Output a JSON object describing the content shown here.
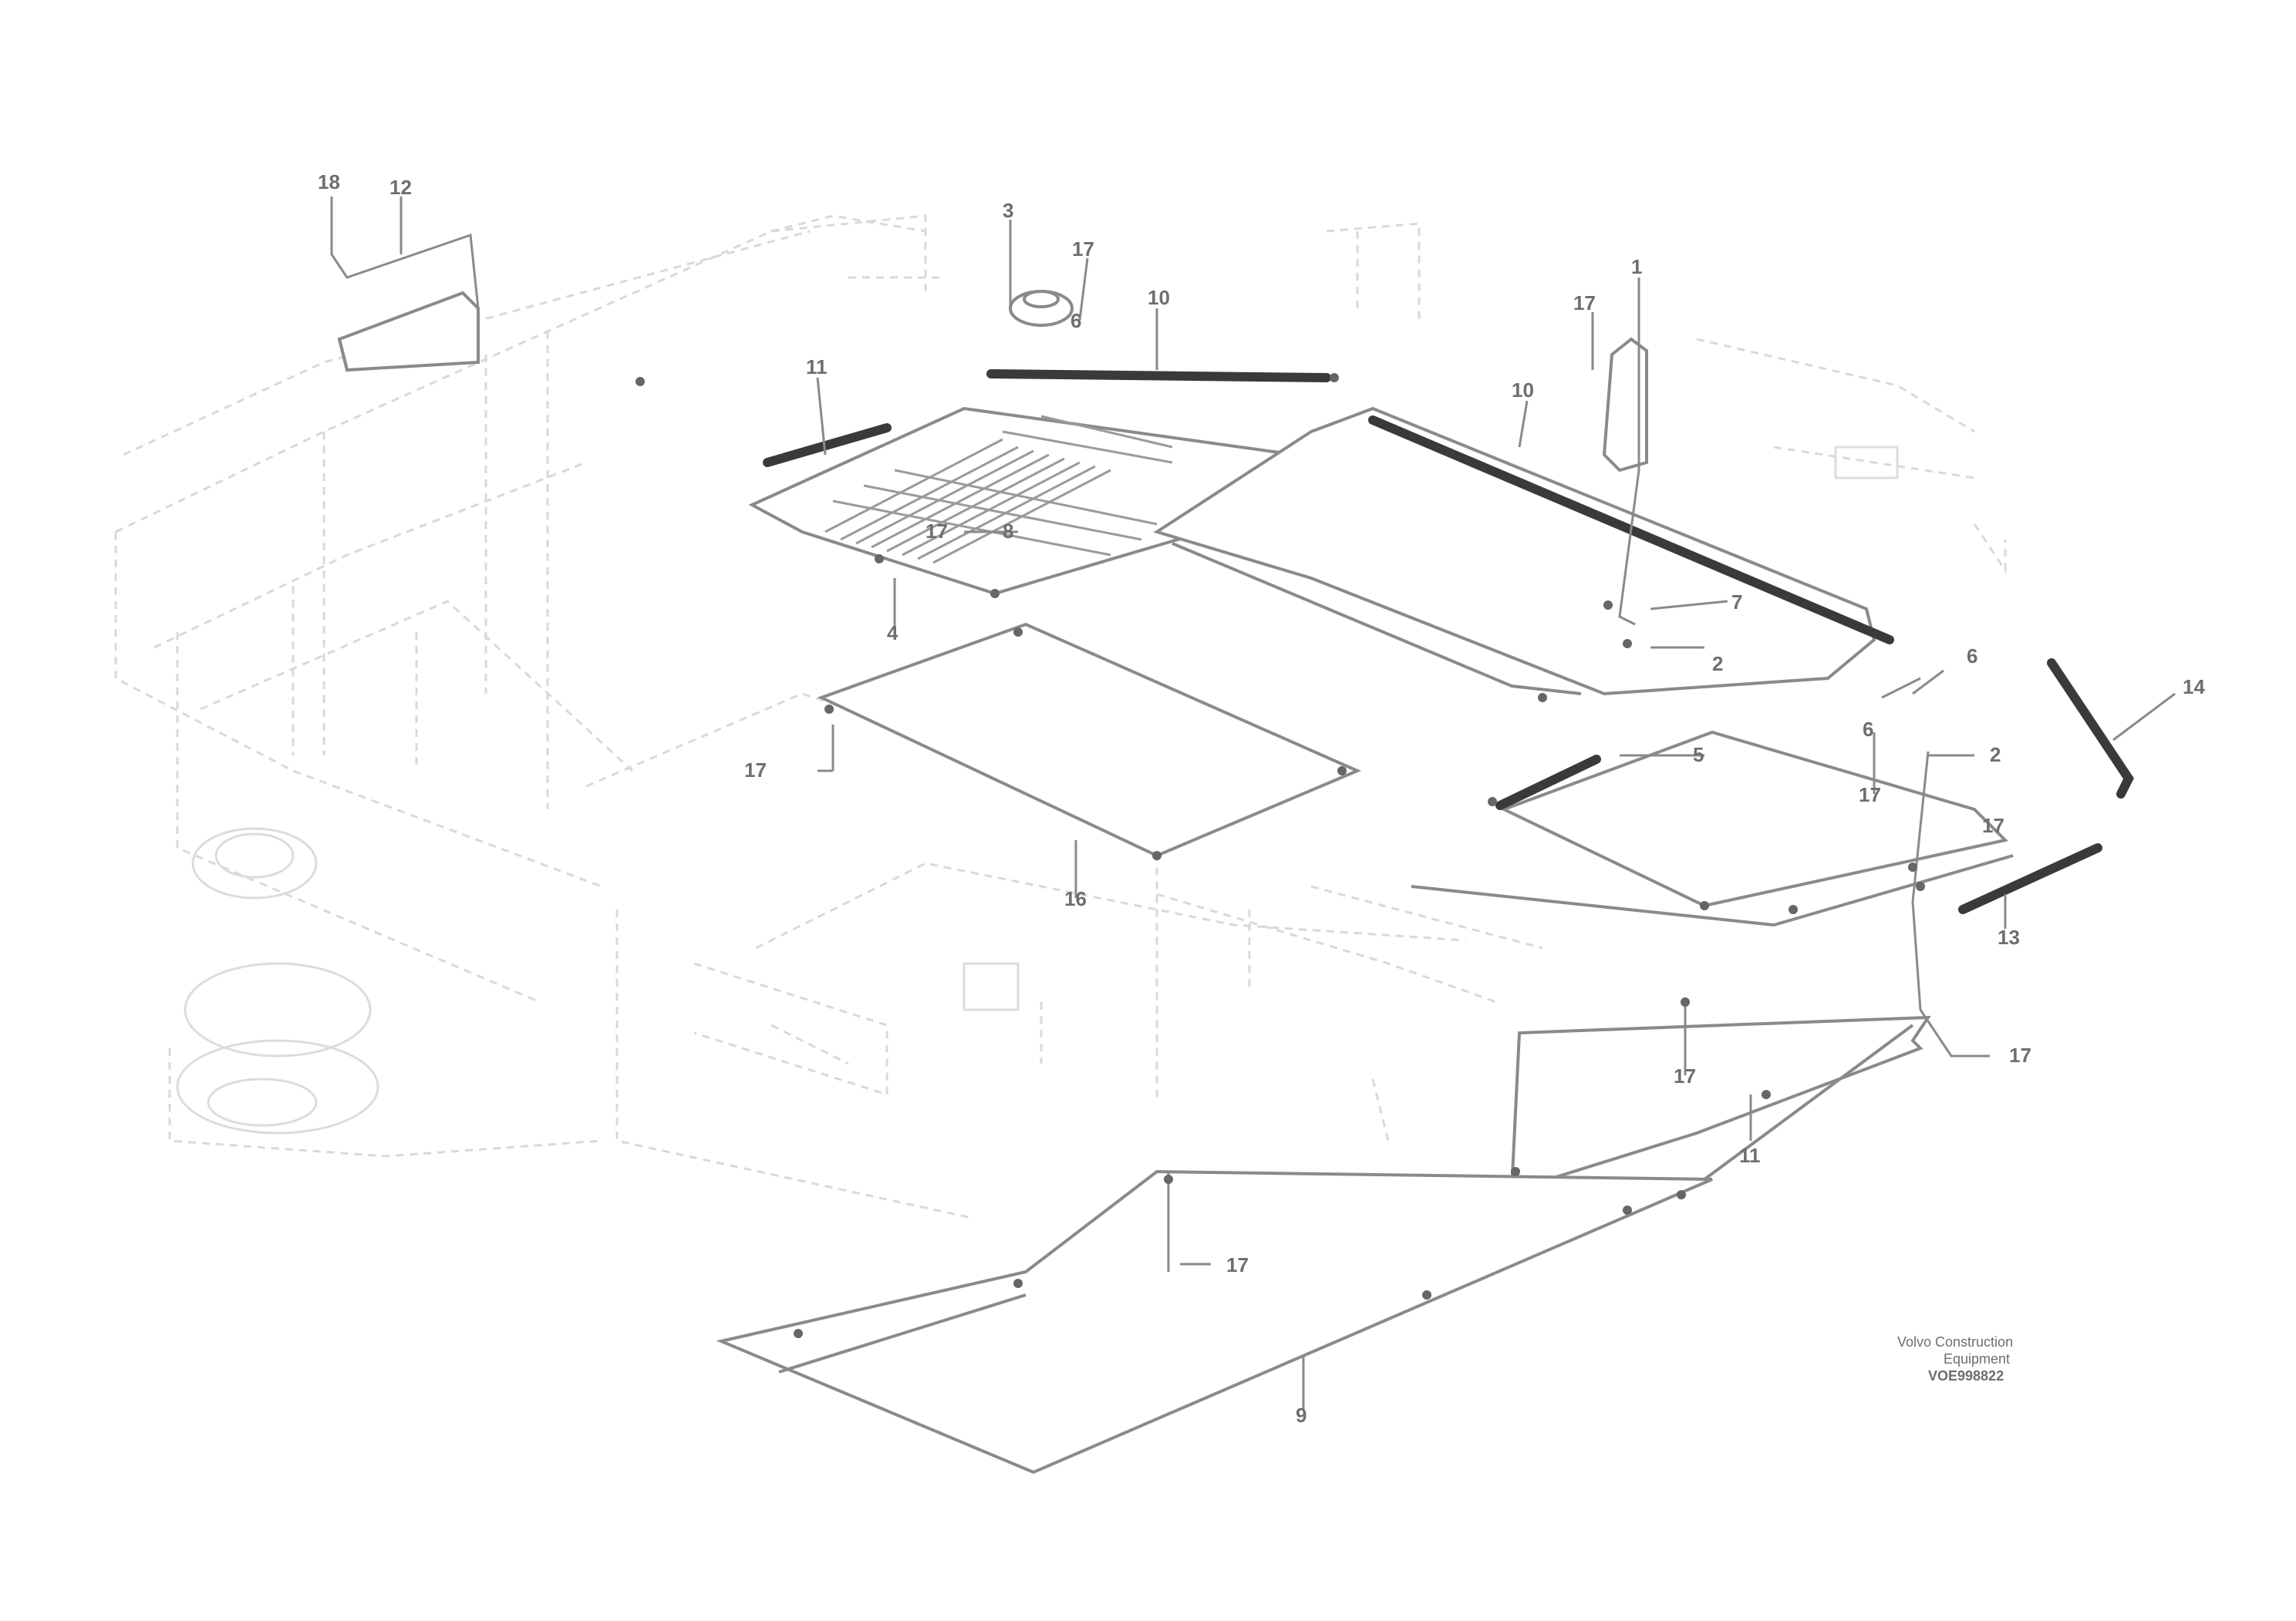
{
  "diagram": {
    "callouts": [
      {
        "id": "c-18-a",
        "text": "18"
      },
      {
        "id": "c-12-a",
        "text": "12"
      },
      {
        "id": "c-3-top",
        "text": "3"
      },
      {
        "id": "c-17-a",
        "text": "17"
      },
      {
        "id": "c-6-a",
        "text": "6"
      },
      {
        "id": "c-10-a",
        "text": "10"
      },
      {
        "id": "c-11-a",
        "text": "11"
      },
      {
        "id": "c-17-b",
        "text": "17"
      },
      {
        "id": "c-8-a",
        "text": "8"
      },
      {
        "id": "c-4-a",
        "text": "4"
      },
      {
        "id": "c-17-c",
        "text": "17"
      },
      {
        "id": "c-1-a",
        "text": "1"
      },
      {
        "id": "c-10-b",
        "text": "10"
      },
      {
        "id": "c-7-a",
        "text": "7"
      },
      {
        "id": "c-2-a",
        "text": "2"
      },
      {
        "id": "c-6-b",
        "text": "6"
      },
      {
        "id": "c-14-a",
        "text": "14"
      },
      {
        "id": "c-17-d",
        "text": "17"
      },
      {
        "id": "c-5-a",
        "text": "5"
      },
      {
        "id": "c-6-c",
        "text": "6"
      },
      {
        "id": "c-17-e",
        "text": "17"
      },
      {
        "id": "c-2-b",
        "text": "2"
      },
      {
        "id": "c-17-f",
        "text": "17"
      },
      {
        "id": "c-16-a",
        "text": "16"
      },
      {
        "id": "c-13-a",
        "text": "13"
      },
      {
        "id": "c-17-g",
        "text": "17"
      },
      {
        "id": "c-17-h",
        "text": "17"
      },
      {
        "id": "c-11-b",
        "text": "11"
      },
      {
        "id": "c-17-i",
        "text": "17"
      },
      {
        "id": "c-9-a",
        "text": "9"
      }
    ],
    "reference": {
      "line1": "Volvo Construction",
      "line2": "Equipment",
      "code": "VOE998822"
    }
  }
}
